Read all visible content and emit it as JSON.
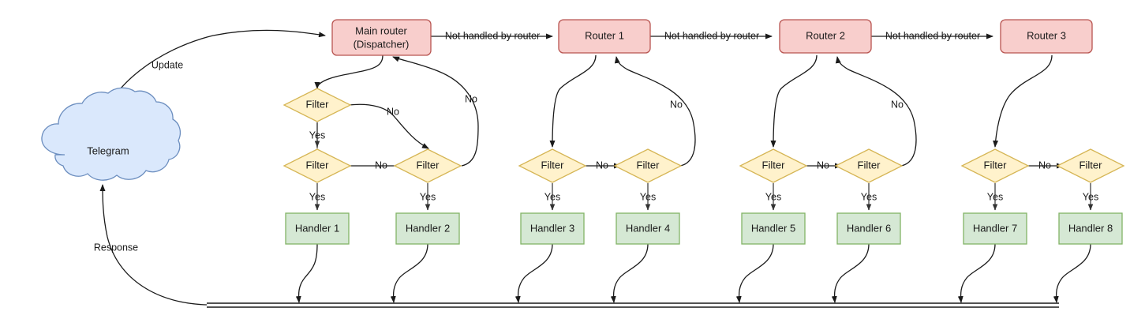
{
  "diagram": {
    "title": "Telegram bot update dispatch flow",
    "colors": {
      "router_fill": "#f8cecc",
      "router_stroke": "#b85450",
      "filter_fill": "#fff2cc",
      "filter_stroke": "#d6b656",
      "handler_fill": "#d5e8d4",
      "handler_stroke": "#82b366",
      "cloud_fill": "#dae8fc",
      "cloud_stroke": "#6c8ebf",
      "line": "#1a1a1a",
      "background": "#ffffff"
    },
    "source": {
      "label": "Telegram"
    },
    "edges": {
      "update": "Update",
      "response": "Response",
      "not_handled": "Not handled by router",
      "yes": "Yes",
      "no": "No"
    },
    "routers": [
      {
        "id": "main-router",
        "line1": "Main router",
        "line2": "(Dispatcher)"
      },
      {
        "id": "router-1",
        "line1": "Router 1",
        "line2": ""
      },
      {
        "id": "router-2",
        "line1": "Router 2",
        "line2": ""
      },
      {
        "id": "router-3",
        "line1": "Router 3",
        "line2": ""
      }
    ],
    "filters": [
      {
        "id": "filter-0",
        "label": "Filter"
      },
      {
        "id": "filter-1",
        "label": "Filter"
      },
      {
        "id": "filter-2",
        "label": "Filter"
      },
      {
        "id": "filter-3",
        "label": "Filter"
      },
      {
        "id": "filter-4",
        "label": "Filter"
      },
      {
        "id": "filter-5",
        "label": "Filter"
      },
      {
        "id": "filter-6",
        "label": "Filter"
      },
      {
        "id": "filter-7",
        "label": "Filter"
      },
      {
        "id": "filter-8",
        "label": "Filter"
      },
      {
        "id": "filter-9",
        "label": "Filter"
      }
    ],
    "handlers": [
      {
        "id": "handler-1",
        "label": "Handler 1"
      },
      {
        "id": "handler-2",
        "label": "Handler 2"
      },
      {
        "id": "handler-3",
        "label": "Handler 3"
      },
      {
        "id": "handler-4",
        "label": "Handler 4"
      },
      {
        "id": "handler-5",
        "label": "Handler 5"
      },
      {
        "id": "handler-6",
        "label": "Handler 6"
      },
      {
        "id": "handler-7",
        "label": "Handler 7"
      },
      {
        "id": "handler-8",
        "label": "Handler 8"
      }
    ],
    "yes_labels": [
      "Yes",
      "Yes",
      "Yes",
      "Yes",
      "Yes",
      "Yes",
      "Yes",
      "Yes",
      "Yes"
    ],
    "no_labels": [
      "No",
      "No",
      "No",
      "No",
      "No",
      "No",
      "No",
      "No",
      "No"
    ],
    "not_handled_labels": [
      "Not handled by router",
      "Not handled by router",
      "Not handled by router"
    ]
  }
}
